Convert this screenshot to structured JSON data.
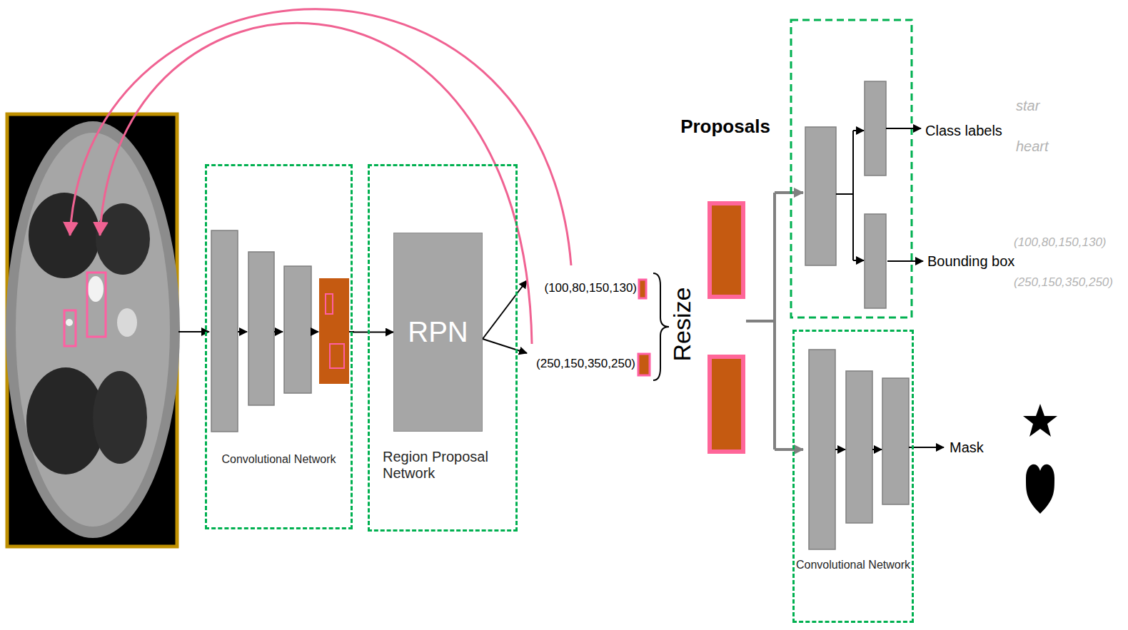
{
  "diagram": {
    "nodes": [
      {
        "text": [
          "Convolutional Network"
        ]
      },
      {
        "text": [
          "Region Proposal Network"
        ]
      },
      {
        "text": [
          "RPN"
        ],
        "in": 1
      },
      {
        "text": [
          "Convolutional Network"
        ]
      }
    ],
    "edges": [
      {
        "from": 0,
        "to": 2,
        "arrow": "to"
      }
    ],
    "labels": [
      "(100,80,150,130)",
      "(250,150,350,250)",
      "Resize",
      "Proposals",
      "Class labels",
      "Bounding box",
      "Mask",
      "star",
      "heart",
      "(100,80,150,130)",
      "(250,150,350,250)"
    ]
  }
}
